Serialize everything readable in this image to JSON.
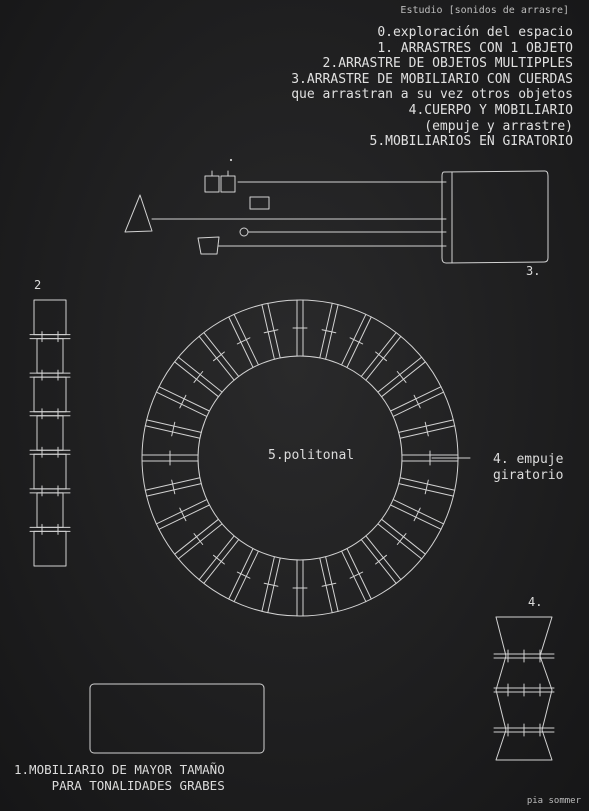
{
  "header": {
    "studio": "Estudio [sonidos de arrasre]"
  },
  "steps": [
    "0.exploración del espacio",
    "1. ARRASTRES CON 1 OBJETO",
    "2.ARRASTRE DE OBJETOS MULTIPPLES",
    "3.ARRASTRE DE MOBILIARIO CON CUERDAS",
    "que arrastran a su vez otros objetos",
    "4.CUERPO Y MOBILIARIO",
    "(empuje y arrastre)",
    "5.MOBILIARIOS EN GIRATORIO"
  ],
  "labels": {
    "fig2": "2",
    "fig3": "3.",
    "fig4": "4.",
    "center": "5.politonal",
    "side": "4. empuje\ngiratorio"
  },
  "bottom_caption": "1.MOBILIARIO DE MAYOR TAMAÑO\nPARA TONALIDADES GRABES",
  "author": "pia sommer",
  "colors": {
    "background": "#1e1e1f",
    "chalk": "#d8d8d8"
  }
}
